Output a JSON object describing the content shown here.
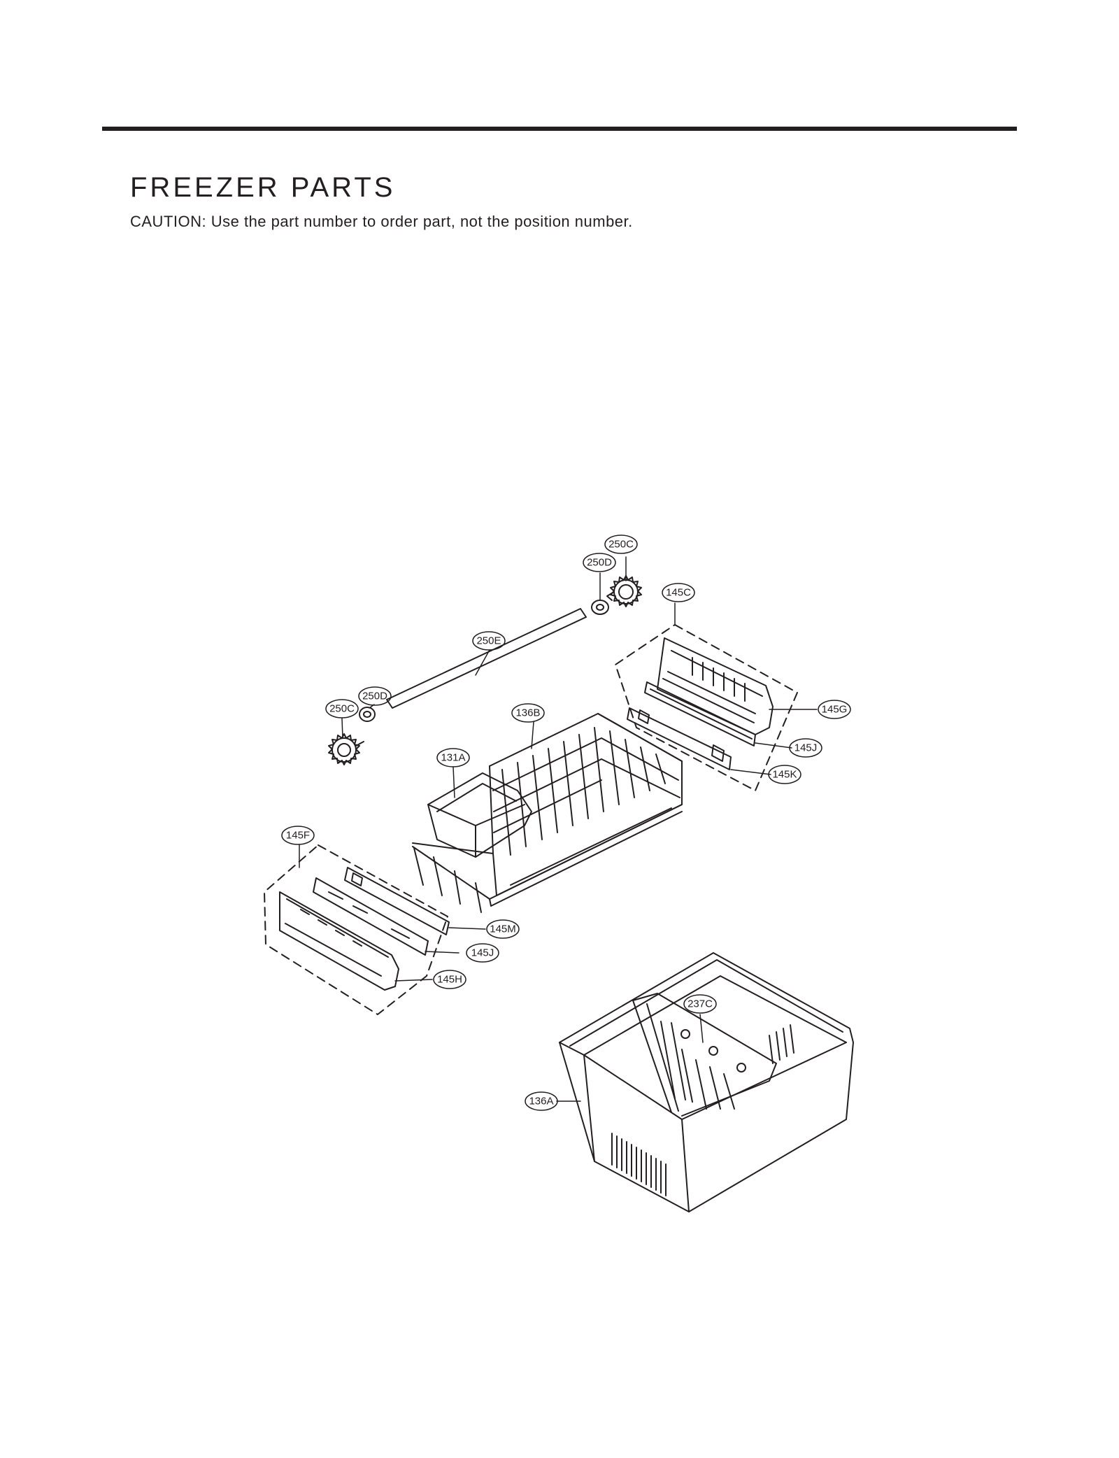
{
  "header": {
    "title": "FREEZER PARTS",
    "caution": "CAUTION: Use the part number to order part, not the position number."
  },
  "diagram": {
    "callouts": [
      {
        "id": "c-250c-top",
        "text": "250C"
      },
      {
        "id": "c-250d-top",
        "text": "250D"
      },
      {
        "id": "c-145c",
        "text": "145C"
      },
      {
        "id": "c-250e",
        "text": "250E"
      },
      {
        "id": "c-250d-left",
        "text": "250D"
      },
      {
        "id": "c-250c-left",
        "text": "250C"
      },
      {
        "id": "c-136b",
        "text": "136B"
      },
      {
        "id": "c-145g",
        "text": "145G"
      },
      {
        "id": "c-145j-right",
        "text": "145J"
      },
      {
        "id": "c-145k",
        "text": "145K"
      },
      {
        "id": "c-131a",
        "text": "131A"
      },
      {
        "id": "c-145f",
        "text": "145F"
      },
      {
        "id": "c-145m",
        "text": "145M"
      },
      {
        "id": "c-145j-left",
        "text": "145J"
      },
      {
        "id": "c-145h",
        "text": "145H"
      },
      {
        "id": "c-237c",
        "text": "237C"
      },
      {
        "id": "c-136a",
        "text": "136A"
      }
    ]
  }
}
